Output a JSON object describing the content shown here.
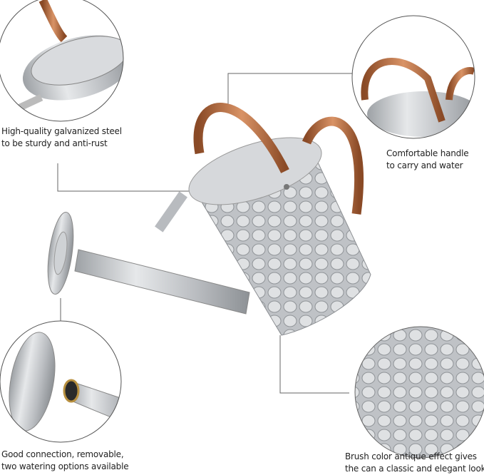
{
  "features": [
    {
      "lines": [
        "High-quality galvanized steel",
        "to be sturdy and anti-rust"
      ]
    },
    {
      "lines": [
        "Comfortable handle",
        "to carry and water"
      ]
    },
    {
      "lines": [
        "Good connection, removable,",
        "two watering options available"
      ]
    },
    {
      "lines": [
        "Brush color antique effect gives",
        "the can a classic and elegant look"
      ]
    }
  ],
  "colors": {
    "copper": "#b8703f",
    "steel": "#c4c7ca",
    "line": "#555555"
  }
}
